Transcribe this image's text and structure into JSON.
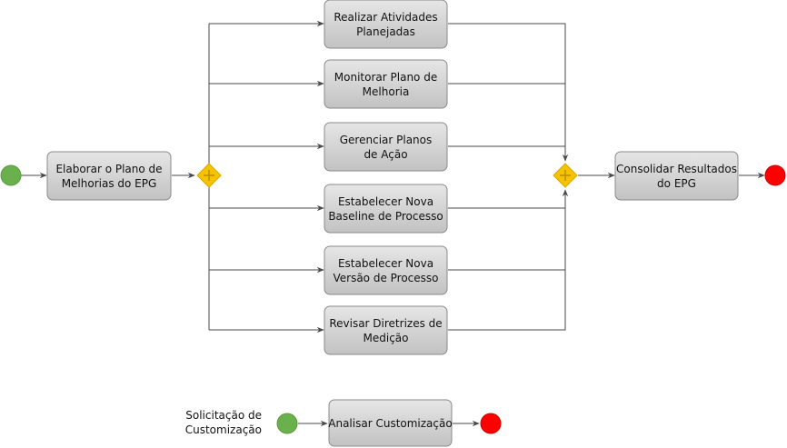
{
  "colors": {
    "start_event": "#6ab04c",
    "end_event": "#ff0000",
    "gateway": "#f5c400",
    "task_fill": "#c8c8c8",
    "flow": "#4a4a4a"
  },
  "main_process": {
    "elaborar": [
      "Elaborar o Plano de",
      "Melhorias do EPG"
    ],
    "realizar": [
      "Realizar Atividades",
      "Planejadas"
    ],
    "monitorar": [
      "Monitorar Plano de",
      "Melhoria"
    ],
    "gerenciar": [
      "Gerenciar Planos",
      "de Ação"
    ],
    "baseline": [
      "Estabelecer Nova",
      "Baseline de Processo"
    ],
    "versao": [
      "Estabelecer Nova",
      "Versão de Processo"
    ],
    "revisar": [
      "Revisar Diretrizes de",
      "Medição"
    ],
    "consolidar": [
      "Consolidar Resultados",
      "do EPG"
    ]
  },
  "custom_process": {
    "trigger_label": [
      "Solicitação de",
      "Customização"
    ],
    "analisar": "Analisar Customização"
  }
}
